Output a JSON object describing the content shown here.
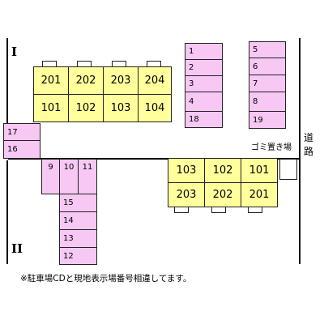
{
  "building_I": {
    "label": "I",
    "upper_units": [
      "201",
      "202",
      "203",
      "204"
    ],
    "lower_units": [
      "101",
      "102",
      "103",
      "104"
    ]
  },
  "building_II": {
    "label": "II",
    "upper_units": [
      "103",
      "102",
      "101"
    ],
    "lower_units": [
      "203",
      "202",
      "201"
    ]
  },
  "parking": {
    "column_a": [
      "1",
      "2",
      "3",
      "4",
      "18"
    ],
    "column_b": [
      "5",
      "6",
      "7",
      "8",
      "19"
    ],
    "left_stack": [
      "17",
      "16"
    ],
    "vertical": [
      "9",
      "10",
      "11"
    ],
    "bottom_column": [
      "15",
      "14",
      "13",
      "12"
    ]
  },
  "garbage_label": "ゴミ置き場",
  "road_label": [
    "道",
    "路"
  ],
  "footnote": "※駐車場CDと現地表示場番号相違してます。",
  "colors": {
    "unit_fill": "#ffff9c",
    "parking_fill": "#f7c8f4",
    "line": "#000000"
  }
}
